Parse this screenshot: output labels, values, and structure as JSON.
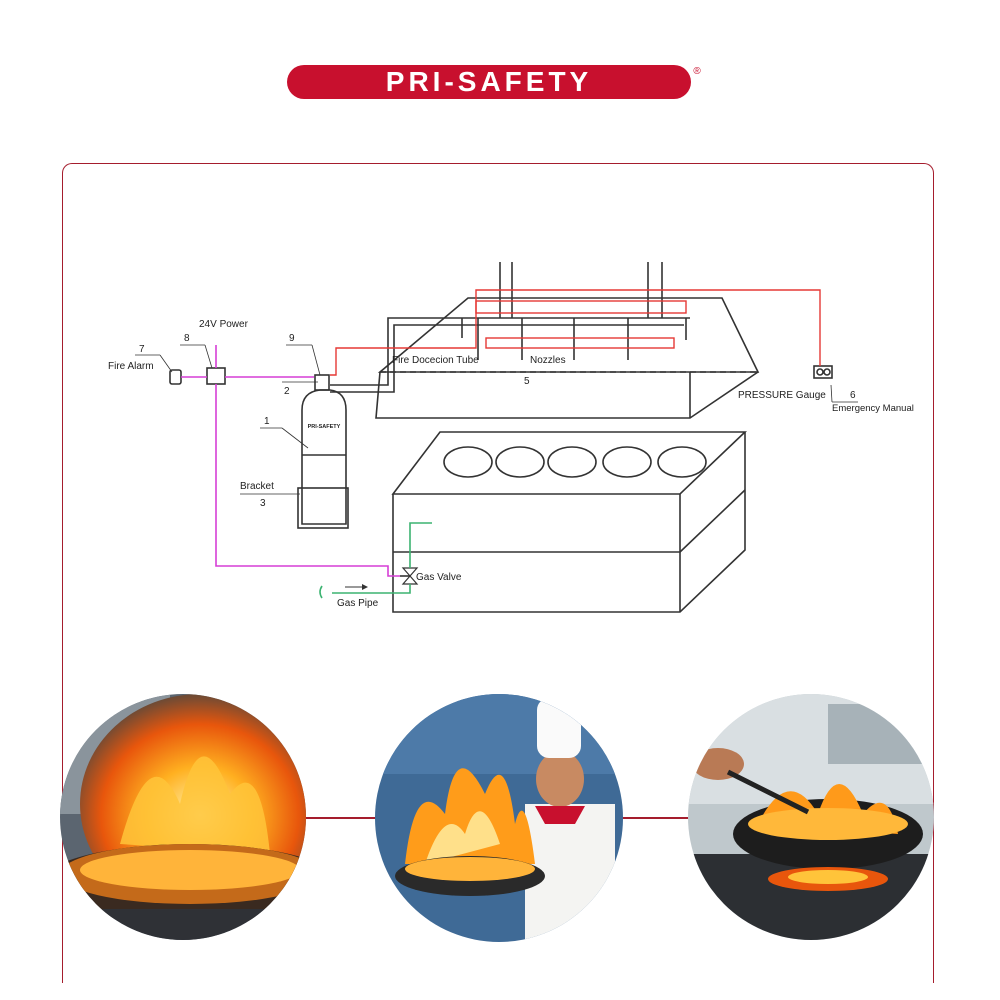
{
  "brand": {
    "name": "PRI-SAFETY",
    "registered_mark": "®",
    "color": "#c8102e"
  },
  "cylinder_label": "PRI-SAFETY",
  "labels": {
    "power": "24V Power",
    "fire_alarm": "Fire Alarm",
    "bracket": "Bracket",
    "detection_tube": "Fire Docecion Tube",
    "nozzles": "Nozzles",
    "pressure_gauge": "PRESSURE Gauge",
    "emergency_manual": "Emergency Manual",
    "gas_valve": "Gas Valve",
    "gas_pipe": "Gas Pipe"
  },
  "numbers": {
    "n1": "1",
    "n2": "2",
    "n3": "3",
    "n5": "5",
    "n6": "6",
    "n7": "7",
    "n8": "8",
    "n9": "9"
  },
  "colors": {
    "frame": "#a51d2d",
    "detection_line": "#e53935",
    "alarm_wire": "#d63fd6",
    "gas_pipe": "#3cb371"
  },
  "photos": [
    "flaming-pan-photo",
    "chef-wok-flame-photo",
    "wok-on-burner-photo"
  ]
}
